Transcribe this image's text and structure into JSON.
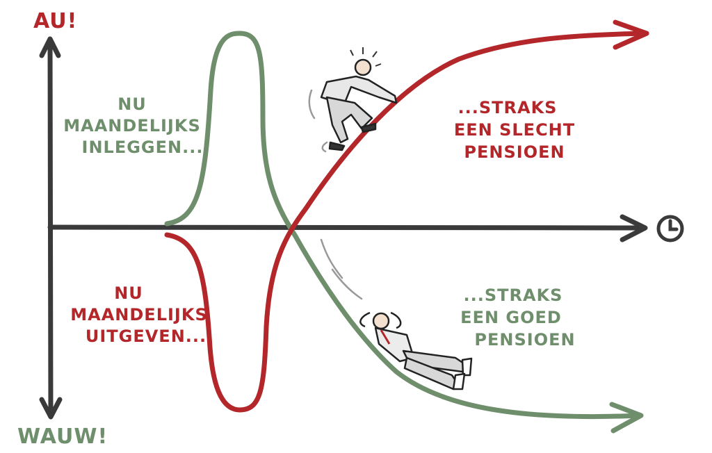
{
  "axes": {
    "top_label": "AU!",
    "bottom_label": "WAUW!",
    "time_icon": "clock-icon"
  },
  "left_top": {
    "lines": [
      "NU",
      "MAANDELIJKS",
      "INLEGGEN..."
    ]
  },
  "left_bottom": {
    "lines": [
      "NU",
      "MAANDELIJKS",
      "UITGEVEN..."
    ]
  },
  "right_top": {
    "lines": [
      "...STRAKS",
      "EEN SLECHT",
      "PENSIOEN"
    ]
  },
  "right_bottom": {
    "lines": [
      "...STRAKS",
      "EEN GOED",
      "PENSIOEN"
    ]
  },
  "colors": {
    "red": "#b3262a",
    "green": "#6f8f6c",
    "axis": "#3a3a3a"
  }
}
